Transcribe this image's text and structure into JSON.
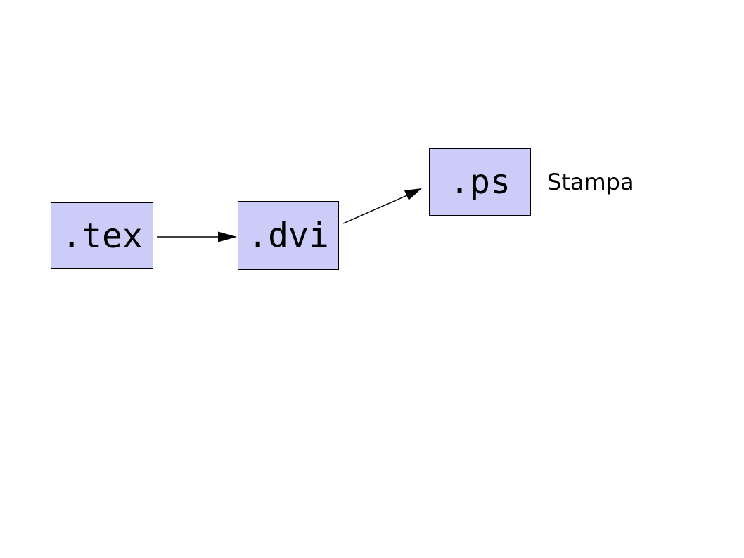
{
  "diagram": {
    "nodes": [
      {
        "id": "tex",
        "label": ".tex"
      },
      {
        "id": "dvi",
        "label": ".dvi"
      },
      {
        "id": "ps",
        "label": ".ps"
      }
    ],
    "edges": [
      {
        "from": "tex",
        "to": "dvi",
        "style": "arrow"
      },
      {
        "from": "dvi",
        "to": "ps",
        "style": "arrow"
      }
    ],
    "annotations": [
      {
        "label": "Stampa",
        "attached_to": "ps"
      }
    ],
    "colors": {
      "background": "#ffffff",
      "node_fill": "#ccccf8",
      "node_border": "#000000",
      "arrow": "#000000",
      "text": "#000000"
    }
  }
}
